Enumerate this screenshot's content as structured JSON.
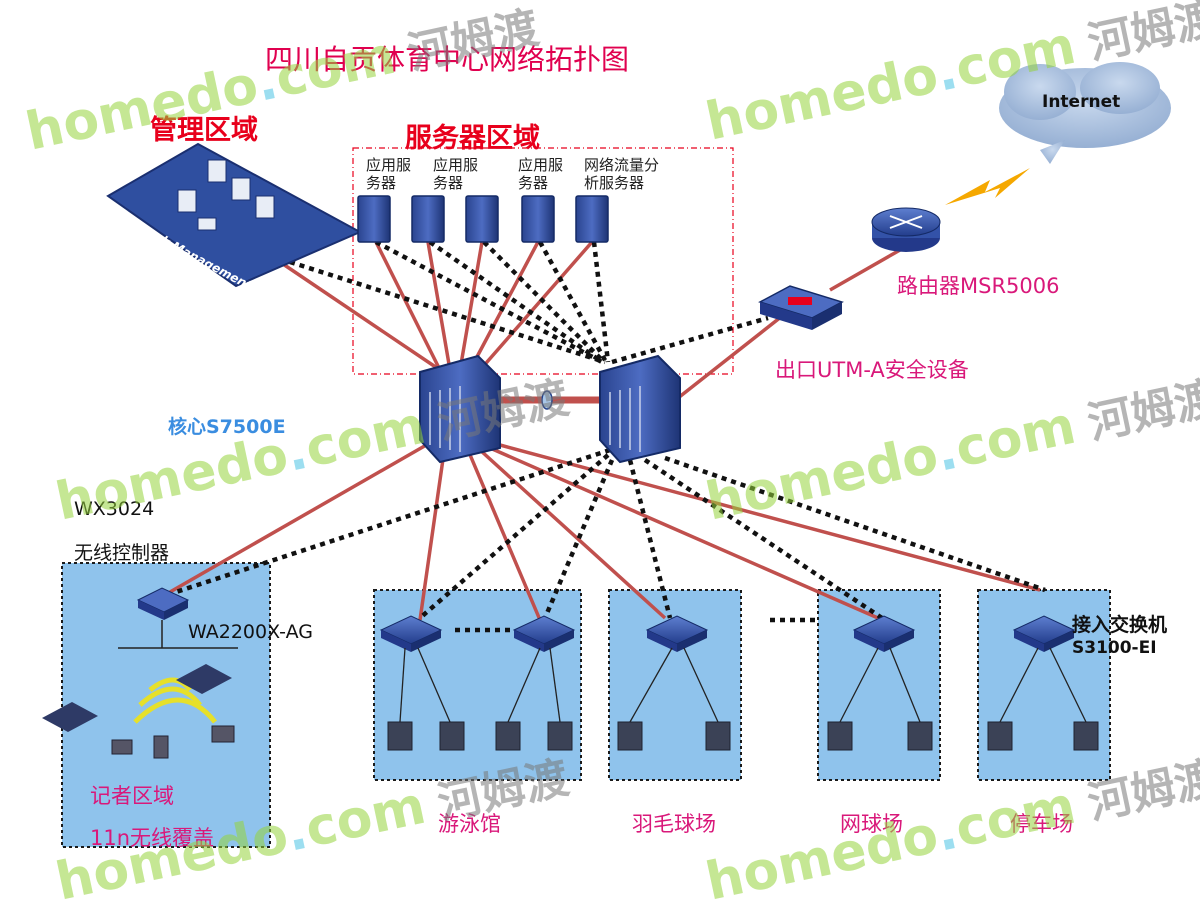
{
  "title": "四川自贡体育中心网络拓扑图",
  "zones": {
    "management": "管理区域",
    "servers": "服务器区域",
    "management_board": "Network Management"
  },
  "servers": [
    {
      "label": "应用服务器"
    },
    {
      "label": "应用服务器"
    },
    {
      "label": "应用服务器"
    },
    {
      "label": "网络流量分析服务器"
    }
  ],
  "internet": "Internet",
  "router": "路由器MSR5006",
  "utm": "出口UTM-A安全设备",
  "core": "核心S7500E",
  "wireless_controller": {
    "model": "WX3024",
    "desc": "无线控制器"
  },
  "ap": "WA2200X-AG",
  "reporter_zone": {
    "name": "记者区域",
    "coverage": "11n无线覆盖"
  },
  "access_switch": {
    "name": "接入交换机",
    "model": "S3100-EI"
  },
  "venues": [
    "游泳馆",
    "羽毛球场",
    "网球场",
    "停车场"
  ],
  "ellipsis": "……",
  "watermark": {
    "brand": "homedo",
    "dot": ".",
    "domain": "com",
    "cn": "河姆渡"
  },
  "colors": {
    "link_red": "#c0504d",
    "panel_fill": "#8fc3ec",
    "device_blue": "#2c4a9c",
    "title": "#e0004f"
  }
}
